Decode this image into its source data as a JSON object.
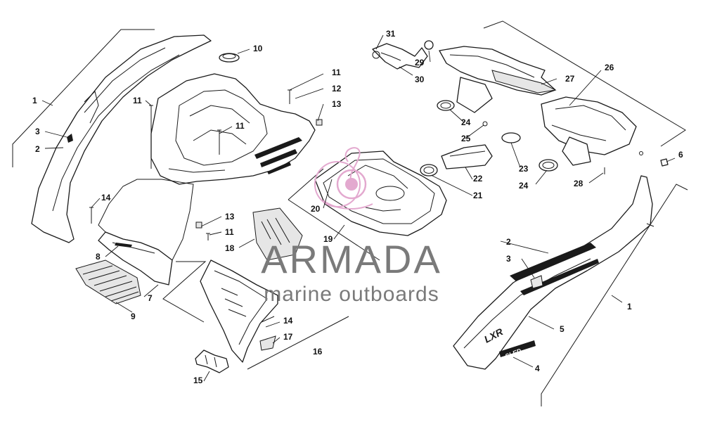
{
  "callouts": [
    "1",
    "2",
    "3",
    "4",
    "5",
    "6",
    "7",
    "8",
    "9",
    "10",
    "11",
    "12",
    "13",
    "14",
    "15",
    "16",
    "17",
    "18",
    "19",
    "20",
    "21",
    "22",
    "23",
    "24",
    "25",
    "26",
    "27",
    "28",
    "29",
    "30",
    "31"
  ],
  "watermark": {
    "brand": "ARMADA",
    "tagline": "marine outboards",
    "brand_color": "#7a7a7a",
    "accent_color": "#e3a9cf"
  },
  "decals": {
    "model": "LXR",
    "brand": "SLED"
  }
}
